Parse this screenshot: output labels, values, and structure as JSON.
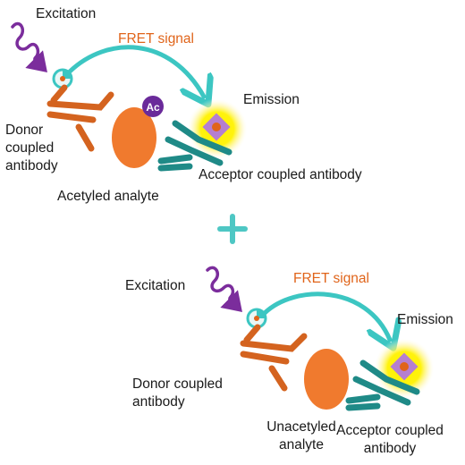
{
  "colors": {
    "donor_antibody": "#d4631f",
    "acceptor_antibody": "#1f8a87",
    "fret_arrow": "#3cc6c2",
    "excitation": "#7b2d9c",
    "analyte": "#f07a2e",
    "ac_badge": "#6a2a9a",
    "emission_glow": "#fff200",
    "acceptor_fluor": "#b57fd0",
    "plus": "#4ec7c4",
    "fret_text": "#e0641a"
  },
  "icons": {
    "excitation": "wavy-arrow-icon",
    "fret": "curved-arrow-icon",
    "donor_fluor": "donor-fluorophore-icon",
    "acceptor_fluor": "acceptor-fluorophore-icon",
    "plus": "plus-icon",
    "ac": "acetyl-badge-icon"
  },
  "top": {
    "excitation": "Excitation",
    "fret_signal": "FRET signal",
    "emission": "Emission",
    "donor": "Donor\ncoupled\nantibody",
    "analyte": "Acetyled analyte",
    "acceptor": "Acceptor coupled antibody",
    "ac_badge": "Ac"
  },
  "bottom": {
    "excitation": "Excitation",
    "fret_signal": "FRET signal",
    "emission": "Emission",
    "donor": "Donor coupled\nantibody",
    "analyte": "Unacetyled\nanalyte",
    "acceptor": "Acceptor coupled\nantibody"
  }
}
